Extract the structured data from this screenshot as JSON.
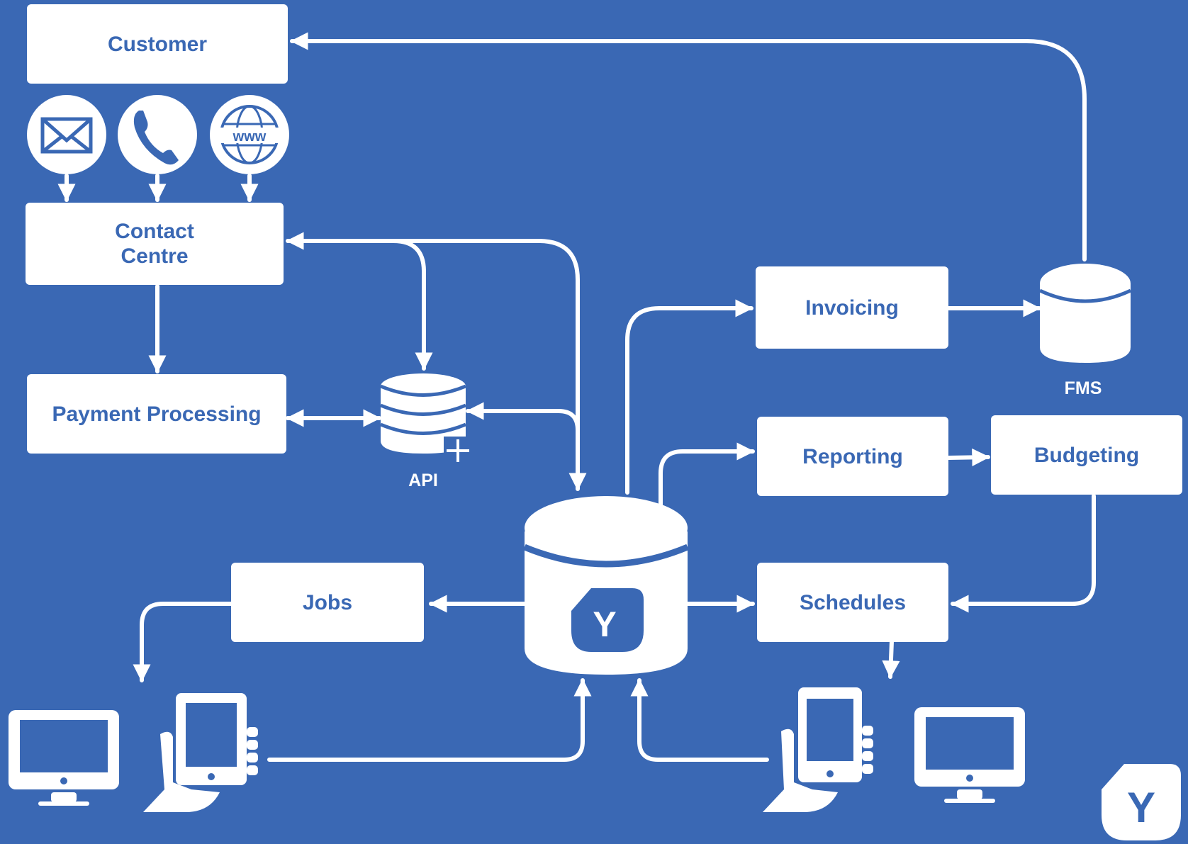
{
  "colors": {
    "background": "#3a68b4",
    "foreground": "#ffffff"
  },
  "boxes": {
    "customer": "Customer",
    "contact_centre_line1": "Contact",
    "contact_centre_line2": "Centre",
    "payment_processing": "Payment Processing",
    "invoicing": "Invoicing",
    "reporting": "Reporting",
    "budgeting": "Budgeting",
    "jobs": "Jobs",
    "schedules": "Schedules"
  },
  "captions": {
    "api": "API",
    "fms": "FMS"
  },
  "logo": {
    "letter": "Y"
  },
  "icons": [
    "envelope-icon",
    "phone-icon",
    "www-globe-icon",
    "api-database-icon",
    "fms-database-icon",
    "central-database-icon",
    "desktop-monitor-icon",
    "tablet-in-hand-icon",
    "logo-icon"
  ]
}
